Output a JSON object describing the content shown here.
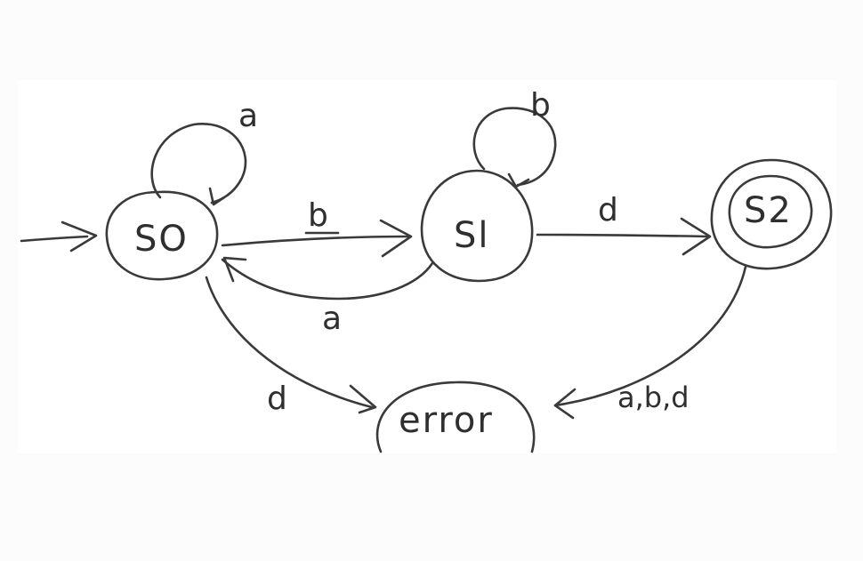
{
  "states": {
    "s0": "SO",
    "s1": "Sl",
    "s2": "S2",
    "error": "error"
  },
  "edge_labels": {
    "s0_loop": "a",
    "s0_to_s1": "b",
    "s1_to_s0": "a",
    "s1_loop": "b",
    "s1_to_s2": "d",
    "s0_to_error": "d",
    "s2_to_error": "a,b,d"
  },
  "start_state": "s0",
  "accepting_states": [
    "s2"
  ]
}
